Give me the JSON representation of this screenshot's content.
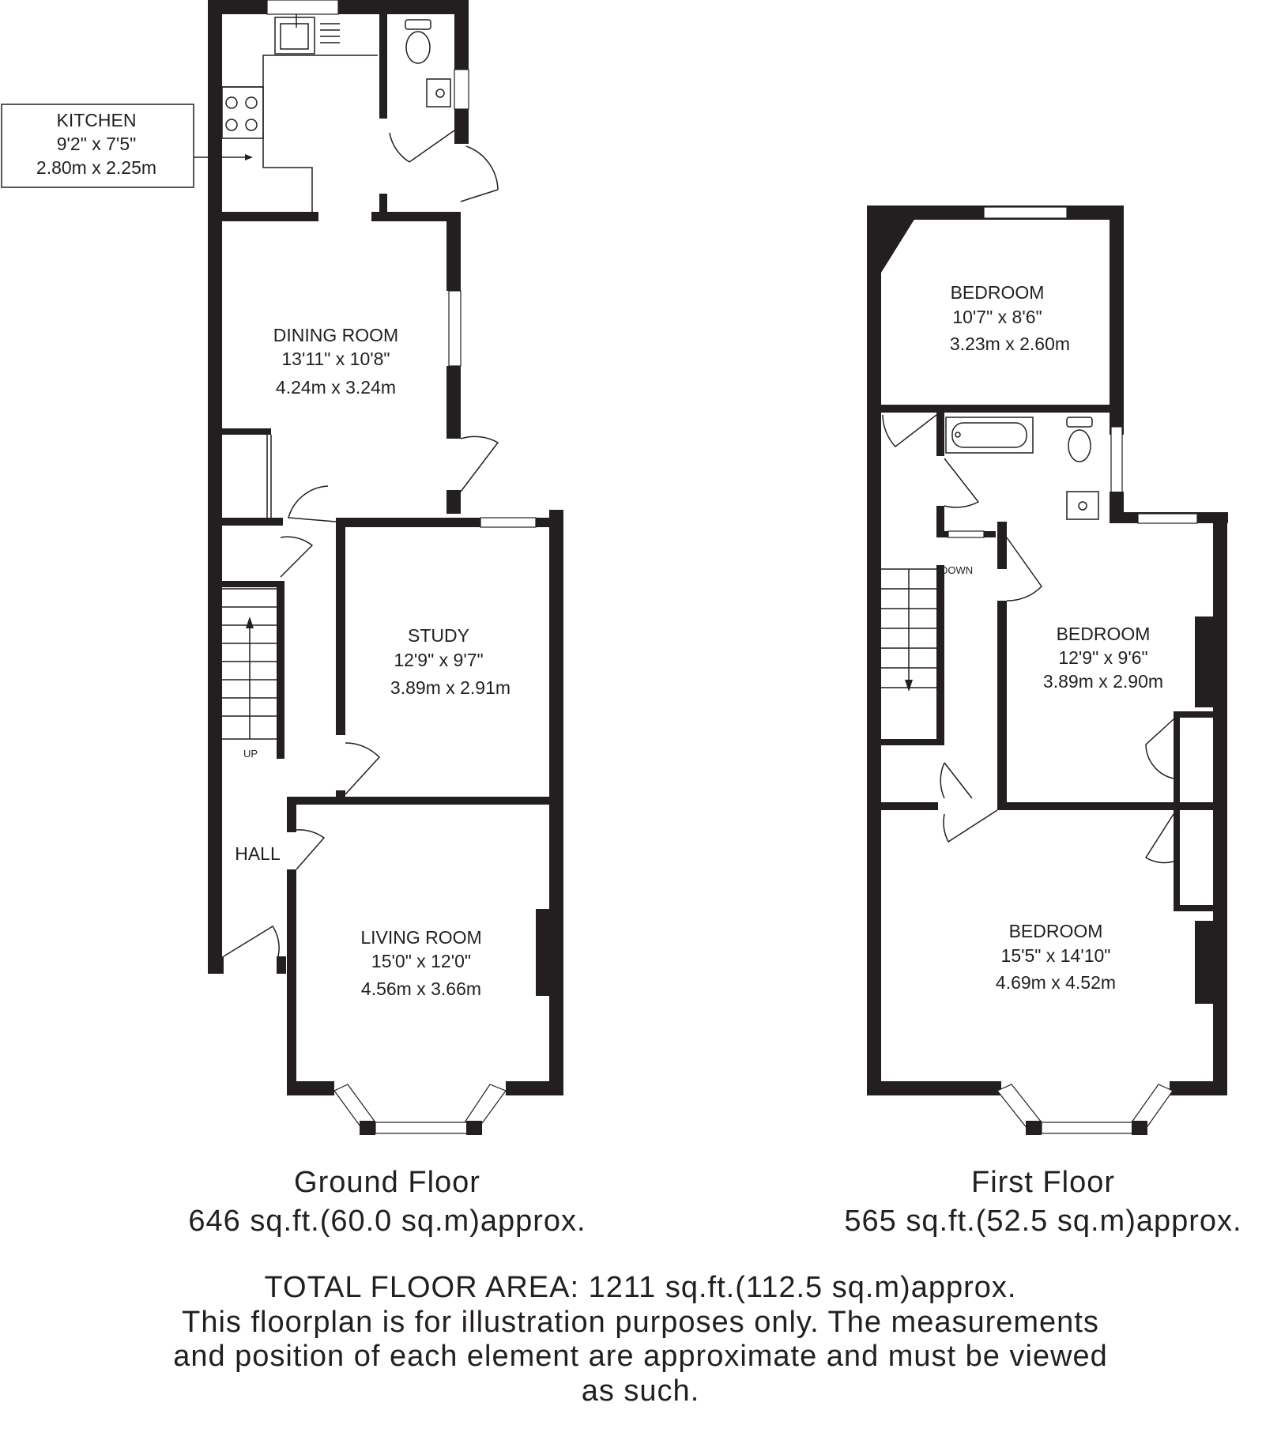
{
  "rooms": {
    "kitchen": {
      "name": "KITCHEN",
      "imperial": "9'2\" x 7'5\"",
      "metric": "2.80m x 2.25m"
    },
    "dining": {
      "name": "DINING ROOM",
      "imperial": "13'11\" x 10'8\"",
      "metric": "4.24m x 3.24m"
    },
    "study": {
      "name": "STUDY",
      "imperial": "12'9\" x 9'7\"",
      "metric": "3.89m x 2.91m"
    },
    "living": {
      "name": "LIVING ROOM",
      "imperial": "15'0\" x 12'0\"",
      "metric": "4.56m x 3.66m"
    },
    "hall": {
      "name": "HALL"
    },
    "bedroom1": {
      "name": "BEDROOM",
      "imperial": "10'7\" x 8'6\"",
      "metric": "3.23m x 2.60m"
    },
    "bedroom2": {
      "name": "BEDROOM",
      "imperial": "12'9\" x 9'6\"",
      "metric": "3.89m x 2.90m"
    },
    "bedroom3": {
      "name": "BEDROOM",
      "imperial": "15'5\" x 14'10\"",
      "metric": "4.69m x 4.52m"
    }
  },
  "stairs": {
    "up": "UP",
    "down": "DOWN"
  },
  "floors": {
    "ground": {
      "title": "Ground Floor",
      "area": "646 sq.ft.(60.0 sq.m)approx."
    },
    "first": {
      "title": "First Floor",
      "area": "565 sq.ft.(52.5 sq.m)approx."
    }
  },
  "footer": {
    "total": "TOTAL FLOOR AREA: 1211 sq.ft.(112.5 sq.m)approx.",
    "disclaimer_1": "This floorplan is for illustration purposes only. The measurements",
    "disclaimer_2": "and position of each element are approximate and must be viewed",
    "disclaimer_3": "as such."
  }
}
